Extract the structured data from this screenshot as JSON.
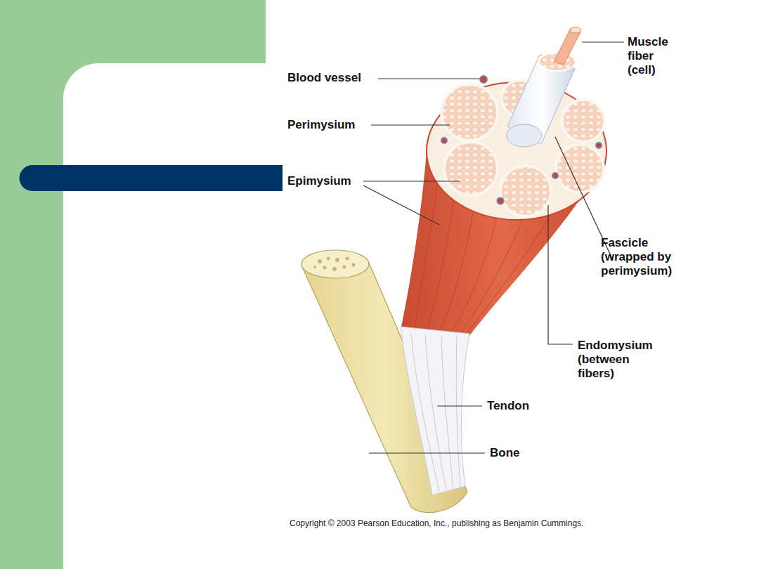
{
  "diagram": {
    "labels": [
      "Blood vessel",
      "Perimysium",
      "Epimysium",
      "Muscle fiber (cell)",
      "Fascicle (wrapped by perimysium)",
      "Endomysium (between fibers)",
      "Tendon",
      "Bone",
      "Copyright © 2003 Pearson Education, Inc., publishing as Benjamin Cummings."
    ]
  }
}
